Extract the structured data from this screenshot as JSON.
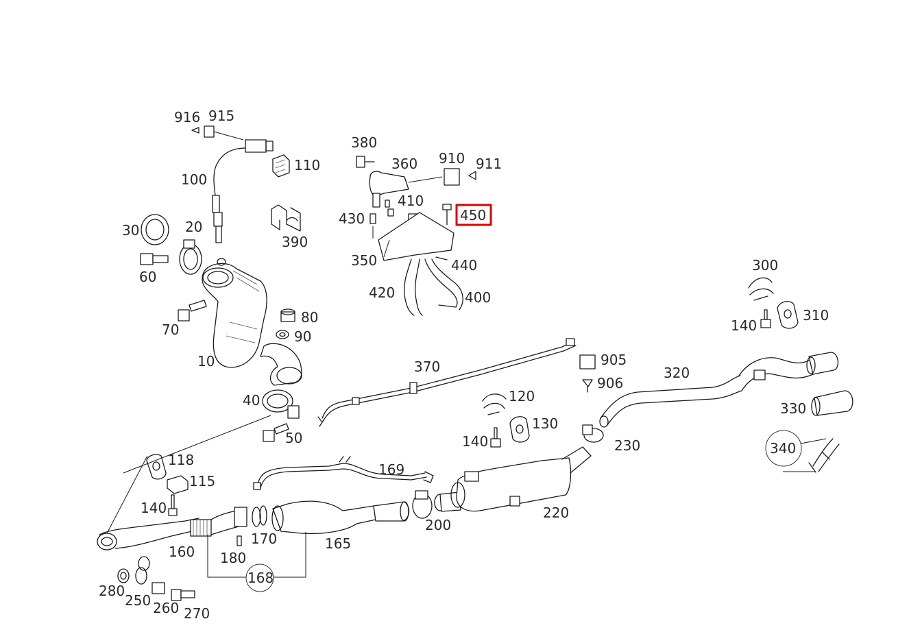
{
  "diagram": {
    "highlight_color": "#e00000",
    "labels": [
      "916",
      "915",
      "110",
      "100",
      "380",
      "360",
      "910",
      "911",
      "410",
      "450",
      "430",
      "390",
      "30",
      "20",
      "60",
      "350",
      "440",
      "420",
      "400",
      "300",
      "310",
      "140",
      "80",
      "70",
      "90",
      "10",
      "370",
      "905",
      "906",
      "320",
      "40",
      "120",
      "130",
      "50",
      "330",
      "230",
      "340",
      "118",
      "169",
      "115",
      "220",
      "200",
      "180",
      "170",
      "165",
      "160",
      "168",
      "280",
      "250",
      "260",
      "270"
    ],
    "highlighted_label": "450"
  }
}
